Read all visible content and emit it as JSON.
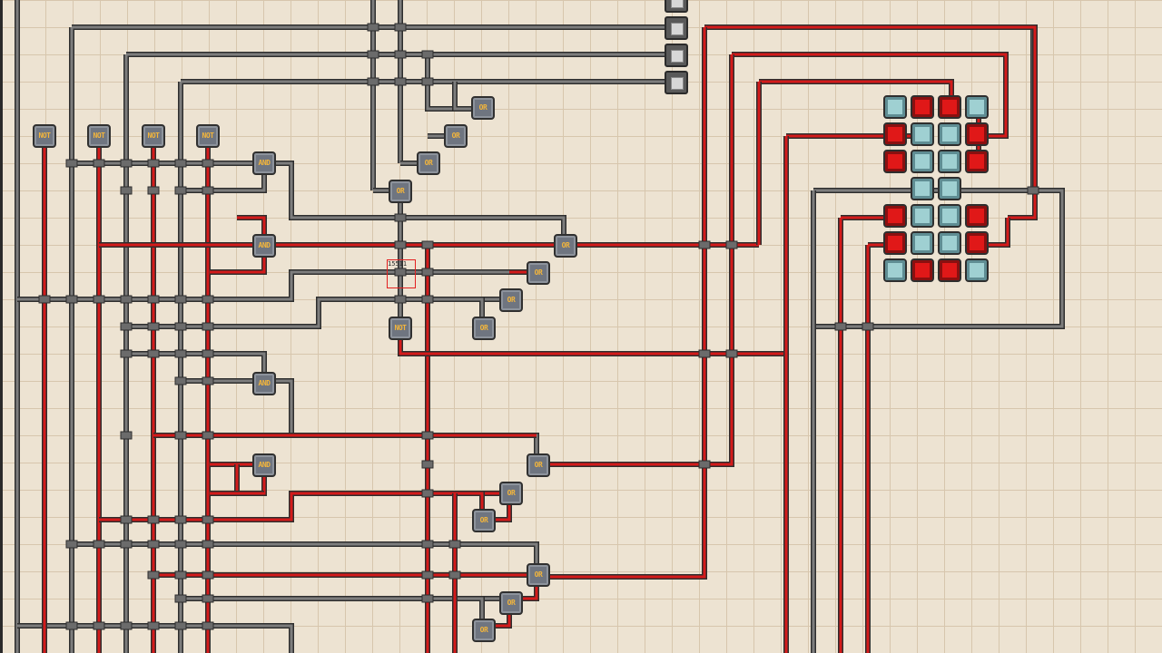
{
  "board": {
    "grid": "on",
    "background": "#ede3d2",
    "grid_color": "#d7c6ad"
  },
  "colors": {
    "wire_on": "#d41a1a",
    "wire_off": "#7d7d7d",
    "gate_label": "#f2b53c",
    "segment_on": "#e01818",
    "segment_off": "#9fd0d2"
  },
  "gate_labels": {
    "not": "NOT",
    "and": "AND",
    "or": "OR"
  },
  "selection": {
    "id_text": "15511"
  },
  "inputs": {
    "switch_count": 4,
    "state": [
      "off",
      "off",
      "off",
      "off"
    ]
  },
  "display": {
    "rows": [
      [
        "off",
        "on",
        "on",
        "off"
      ],
      [
        "on",
        "off",
        "off",
        "on"
      ],
      [
        "on",
        "off",
        "off",
        "on"
      ],
      [
        "",
        "off",
        "off",
        ""
      ],
      [
        "on",
        "off",
        "off",
        "on"
      ],
      [
        "on",
        "off",
        "off",
        "on"
      ],
      [
        "off",
        "on",
        "on",
        "off"
      ]
    ]
  }
}
